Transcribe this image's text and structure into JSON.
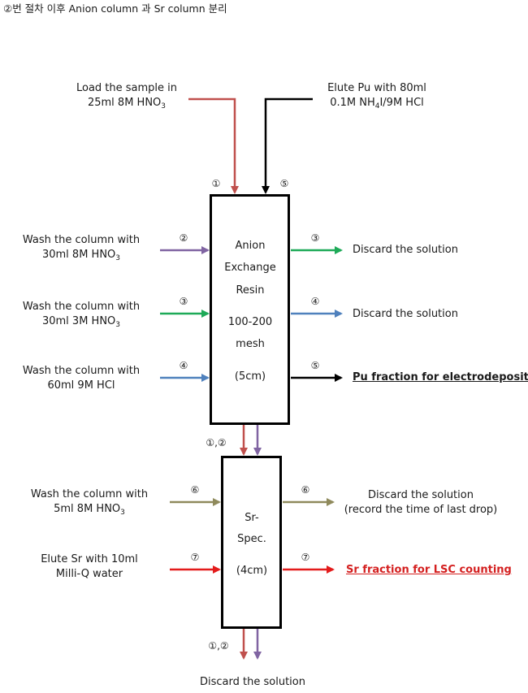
{
  "title": "②번 절차 이후 Anion column 과 Sr column 분리",
  "colors": {
    "red_brown": "#c0504d",
    "black": "#000000",
    "purple": "#8064a2",
    "green": "#1eaa58",
    "blue": "#4f81bd",
    "olive": "#8f8a5c",
    "red": "#e31b1b"
  },
  "load": {
    "line1": "Load the sample in",
    "line2_pre": "25ml 8M HNO",
    "line2_sub": "3",
    "step": "①"
  },
  "elute_pu": {
    "line1": "Elute Pu with 80ml",
    "line2_pre": "0.1M NH",
    "line2_sub": "4",
    "line2_post": "I/9M HCl",
    "step": "⑤"
  },
  "anion_box": {
    "l1": "Anion",
    "l2": "Exchange",
    "l3": "Resin",
    "l4": "100-200",
    "l5": "mesh",
    "l6": "(5cm)"
  },
  "left_inputs": [
    {
      "line1": "Wash the column with",
      "line2_pre": "30ml 8M HNO",
      "line2_sub": "3",
      "step": "②"
    },
    {
      "line1": "Wash the column with",
      "line2_pre": "30ml 3M HNO",
      "line2_sub": "3",
      "step": "③"
    },
    {
      "line1": "Wash the column with",
      "line2_pre": "60ml 9M HCl",
      "line2_sub": "",
      "step": "④"
    }
  ],
  "right_outputs": [
    {
      "text": "Discard the solution",
      "step": "③"
    },
    {
      "text": "Discard the solution",
      "step": "④"
    },
    {
      "text": "Pu fraction for electrodeposition",
      "step": "⑤"
    }
  ],
  "between_label": "①,②",
  "sr_box": {
    "l1": "Sr-",
    "l2": "Spec.",
    "l3": "(4cm)"
  },
  "sr_inputs": [
    {
      "line1": "Wash the column with",
      "line2_pre": "5ml 8M HNO",
      "line2_sub": "3",
      "step": "⑥"
    },
    {
      "line1": "Elute Sr with 10ml",
      "line2_pre": "Milli-Q water",
      "line2_sub": "",
      "step": "⑦"
    }
  ],
  "sr_outputs": [
    {
      "line1": "Discard the solution",
      "line2": "(record the time of last drop)",
      "step": "⑥"
    },
    {
      "line1": "Sr fraction for LSC counting",
      "line2": "",
      "step": "⑦"
    }
  ],
  "bottom_label": "①,②",
  "bottom_text": "Discard the solution"
}
